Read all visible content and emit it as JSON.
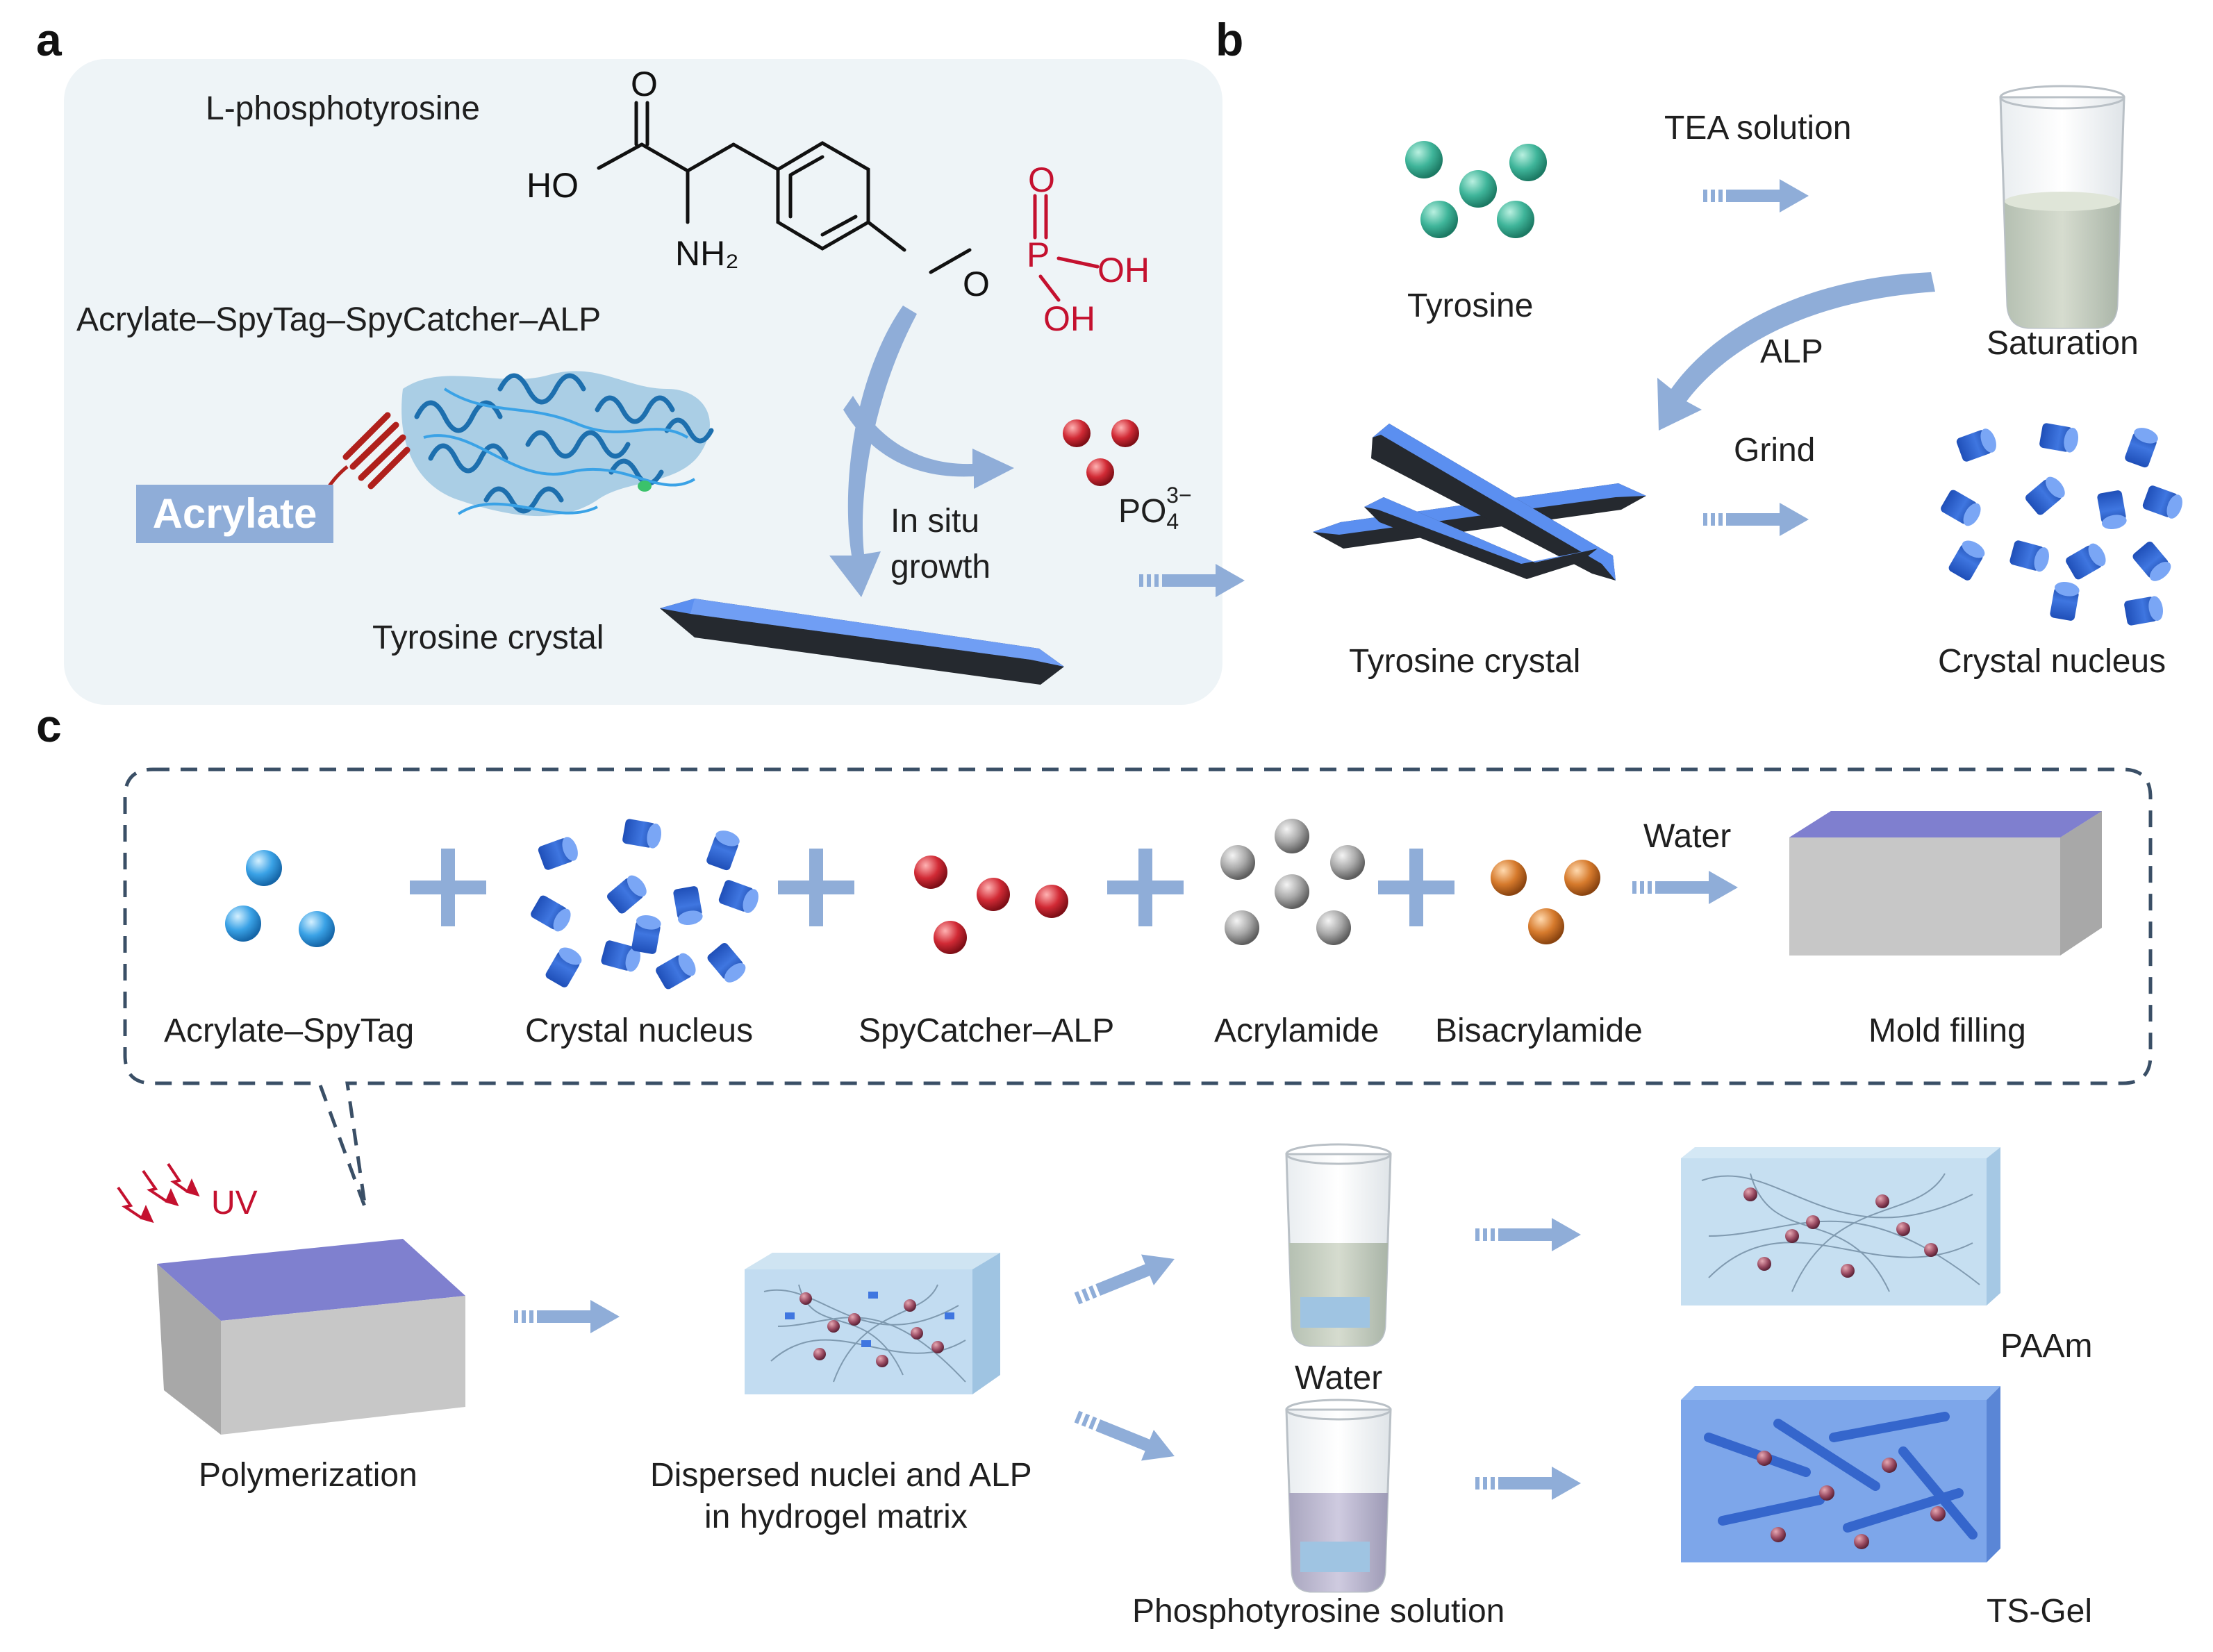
{
  "panels": {
    "a": "a",
    "b": "b",
    "c": "c"
  },
  "panel_a": {
    "molecule_name": "L-phosphotyrosine",
    "atom_O_top": "O",
    "atom_HO": "HO",
    "atom_NH2": "NH₂",
    "atom_O_ester": "O",
    "atom_P": "P",
    "atom_O_dbl": "O",
    "atom_OH1": "OH",
    "atom_OH2": "OH",
    "enzyme_label": "Acrylate–SpyTag–SpyCatcher–ALP",
    "acrylate_badge": "Acrylate",
    "growth_line1": "In situ",
    "growth_line2": "growth",
    "phosphate": "PO",
    "phosphate_sub": "4",
    "phosphate_sup": "3−",
    "crystal_label": "Tyrosine crystal"
  },
  "panel_b": {
    "tyrosine": "Tyrosine",
    "tea": "TEA solution",
    "saturation": "Saturation",
    "alp": "ALP",
    "grind": "Grind",
    "crystal": "Tyrosine crystal",
    "nucleus": "Crystal nucleus"
  },
  "panel_c": {
    "acrylate_spytag": "Acrylate–SpyTag",
    "crystal_nucleus": "Crystal nucleus",
    "spycatcher_alp": "SpyCatcher–ALP",
    "acrylamide": "Acrylamide",
    "bisacrylamide": "Bisacrylamide",
    "water_top": "Water",
    "mold_filling": "Mold filling",
    "uv": "UV",
    "polymerization": "Polymerization",
    "dispersed_line1": "Dispersed nuclei and ALP",
    "dispersed_line2": "in hydrogel matrix",
    "water": "Water",
    "paam": "PAAm",
    "phospho_solution": "Phosphotyrosine solution",
    "ts_gel": "TS-Gel"
  },
  "colors": {
    "arrow": "#8fadd8",
    "teal": "#3fb59a",
    "red": "#c4112f",
    "blue_sphere": "#3aa2e6",
    "orange": "#d67a2c",
    "crystal_blue": "#4f86e6",
    "panel_bg": "#eef4f7"
  }
}
